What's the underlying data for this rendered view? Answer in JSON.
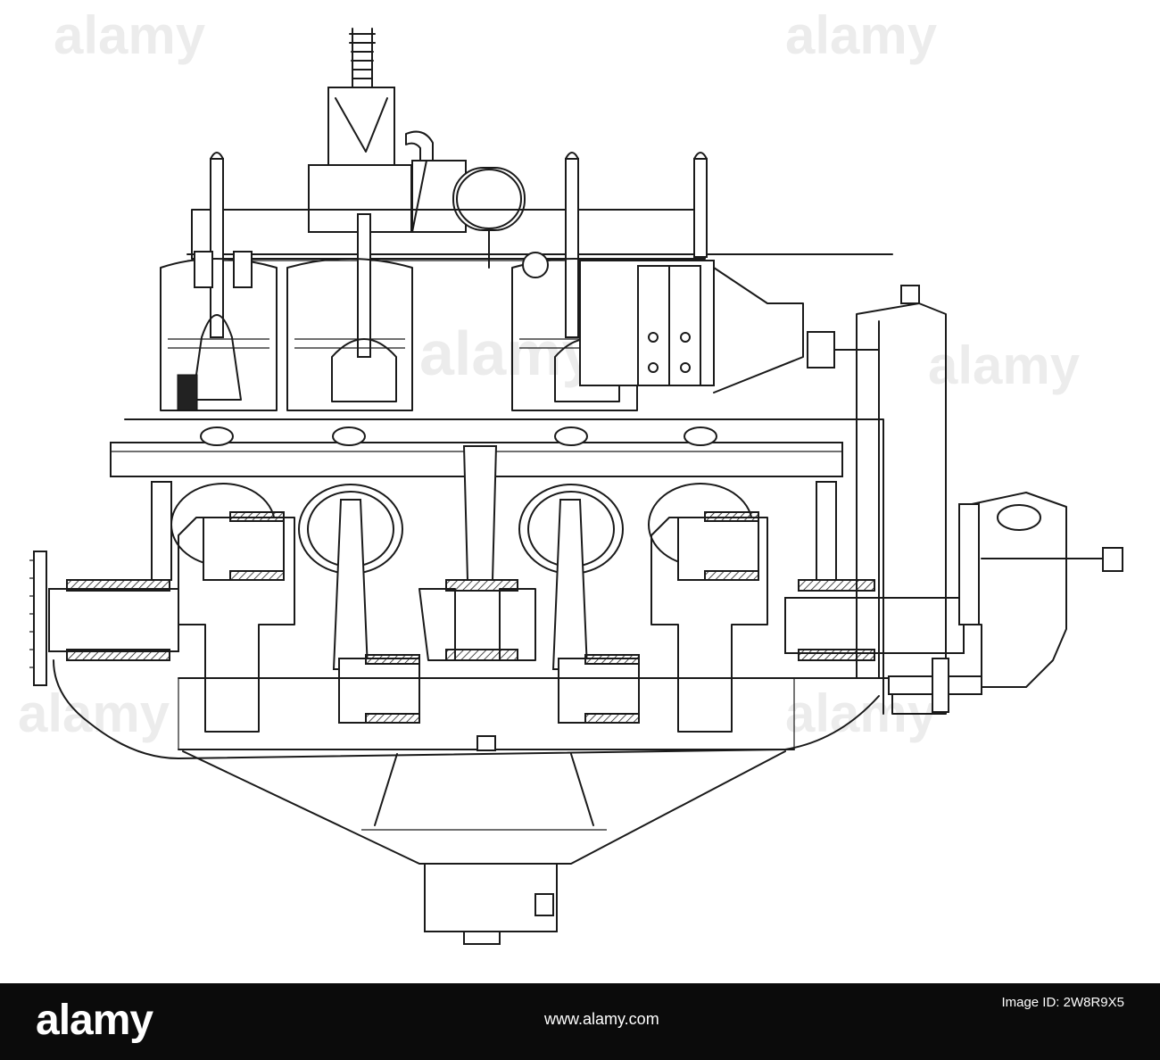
{
  "watermark": {
    "text": "alamy"
  },
  "footer": {
    "brand": "alamy",
    "image_id_label": "Image ID: 2W8R9X5",
    "image_id": "2W8R9X5",
    "url": "www.alamy.com",
    "background": "#0b0b0b",
    "text_color": "#ffffff"
  },
  "drawing": {
    "subject": "engine-sectional-drawing",
    "ink_color": "#1a1a1a",
    "paper_color": "#ffffff"
  }
}
